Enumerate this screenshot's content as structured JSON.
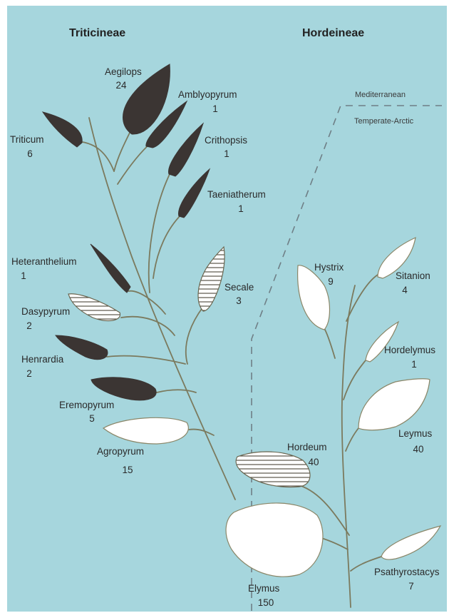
{
  "titles": {
    "left": "Triticineae",
    "right": "Hordeineae"
  },
  "zones": {
    "upper": "Mediterranean",
    "lower": "Temperate-Arctic"
  },
  "genera": {
    "aegilops": {
      "name": "Aegilops",
      "count": "24",
      "fill": "dark"
    },
    "amblyopyrum": {
      "name": "Amblyopyrum",
      "count": "1",
      "fill": "dark"
    },
    "triticum": {
      "name": "Triticum",
      "count": "6",
      "fill": "dark"
    },
    "crithopsis": {
      "name": "Crithopsis",
      "count": "1",
      "fill": "dark"
    },
    "taeniatherum": {
      "name": "Taeniatherum",
      "count": "1",
      "fill": "dark"
    },
    "heteranthelium": {
      "name": "Heteranthelium",
      "count": "1",
      "fill": "dark"
    },
    "secale": {
      "name": "Secale",
      "count": "3",
      "fill": "hatched"
    },
    "dasypyrum": {
      "name": "Dasypyrum",
      "count": "2",
      "fill": "hatched"
    },
    "henrardia": {
      "name": "Henrardia",
      "count": "2",
      "fill": "dark"
    },
    "eremopyrum": {
      "name": "Eremopyrum",
      "count": "5",
      "fill": "dark"
    },
    "agropyrum": {
      "name": "Agropyrum",
      "count": "15",
      "fill": "white"
    },
    "hordeum": {
      "name": "Hordeum",
      "count": "40",
      "fill": "hatched"
    },
    "elymus": {
      "name": "Elymus",
      "count": "150",
      "fill": "white"
    },
    "hystrix": {
      "name": "Hystrix",
      "count": "9",
      "fill": "white"
    },
    "sitanion": {
      "name": "Sitanion",
      "count": "4",
      "fill": "white"
    },
    "hordelymus": {
      "name": "Hordelymus",
      "count": "1",
      "fill": "white"
    },
    "leymus": {
      "name": "Leymus",
      "count": "40",
      "fill": "white"
    },
    "psathyrostacys": {
      "name": "Psathyrostacys",
      "count": "7",
      "fill": "white"
    }
  },
  "colors": {
    "background": "#a6d6dd",
    "dark_leaf": "#3b3533",
    "stem": "#7b7a5e",
    "dashed_line": "#6f7f86"
  }
}
